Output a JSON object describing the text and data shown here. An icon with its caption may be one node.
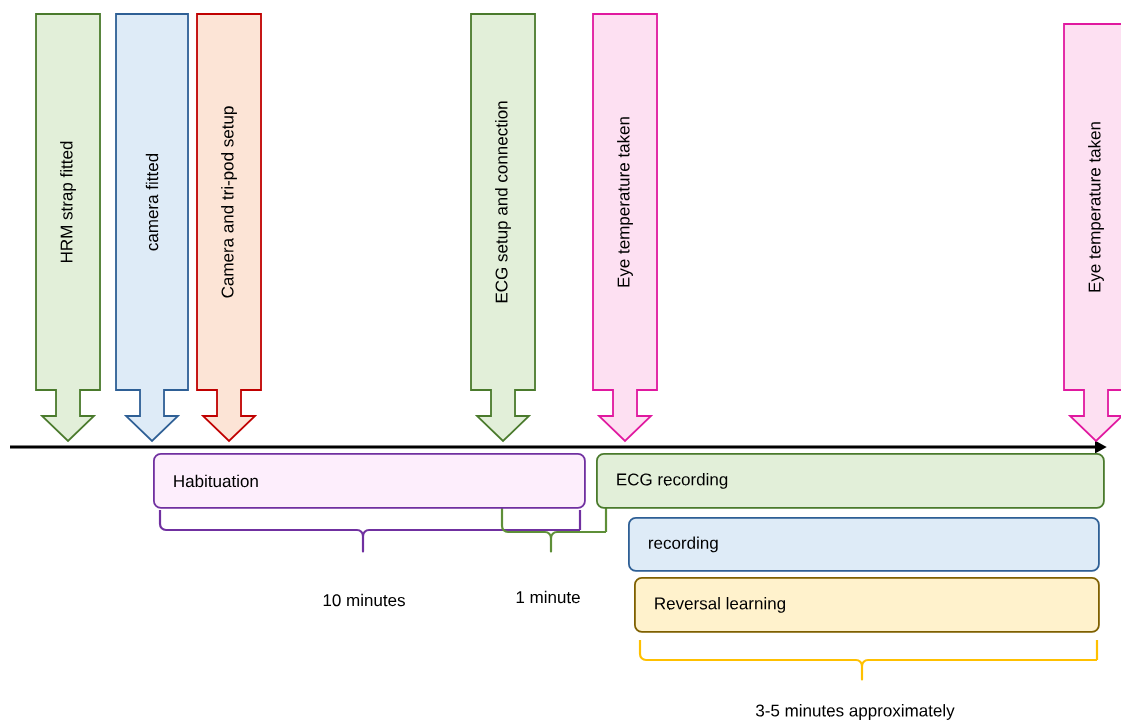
{
  "diagram": {
    "nodes": [
      {
        "text": [
          "HRM strap fitted"
        ]
      },
      {
        "text": [
          "camera fitted"
        ]
      },
      {
        "text": [
          "Camera and tri-pod setup"
        ]
      },
      {
        "text": [
          "ECG setup and connection"
        ]
      },
      {
        "text": [
          "Eye temperature taken"
        ]
      },
      {
        "text": [
          "Eye temperature taken"
        ]
      },
      {
        "text": [
          "Habituation"
        ]
      },
      {
        "text": [
          "ECG recording"
        ]
      },
      {
        "text": [
          "recording"
        ]
      },
      {
        "text": [
          "Reversal learning"
        ]
      }
    ],
    "labels": [
      "10 minutes",
      "1 minute",
      "3-5 minutes approximately"
    ]
  }
}
